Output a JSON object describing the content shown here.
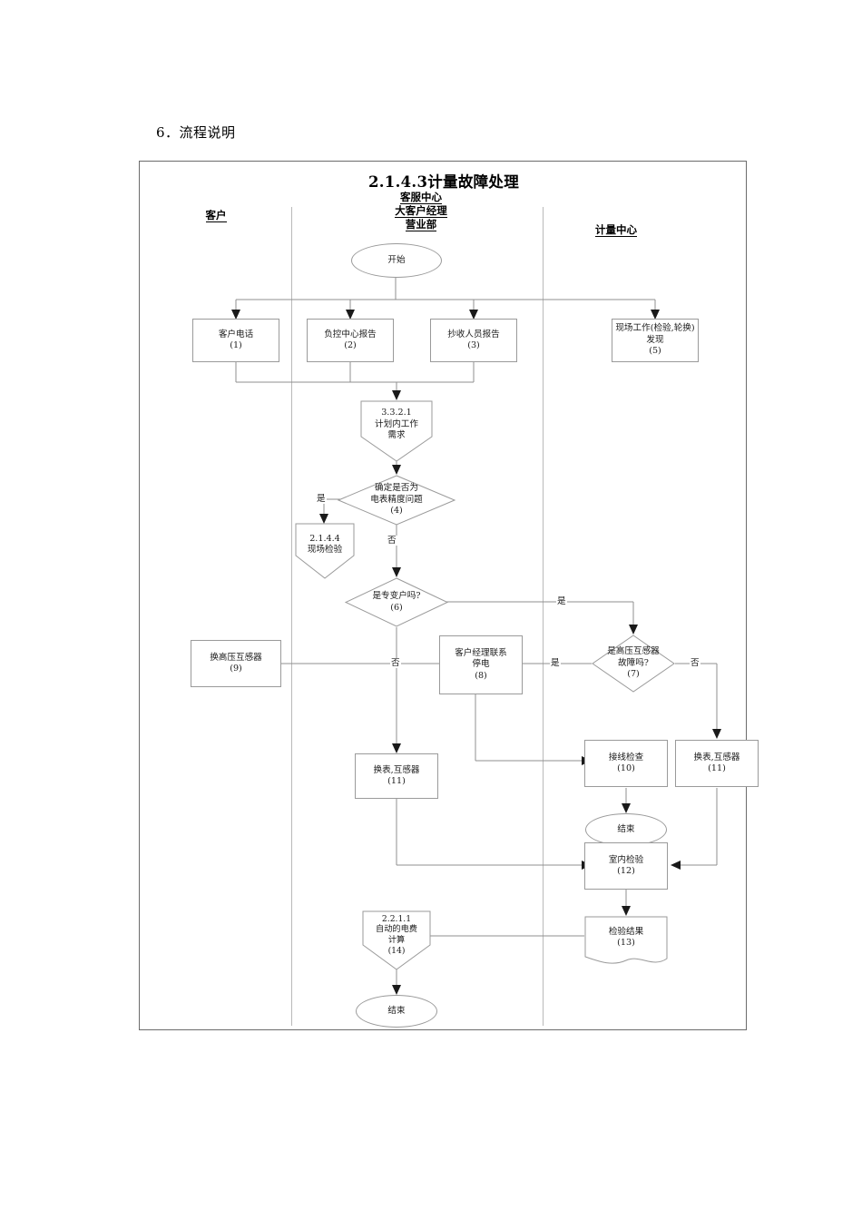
{
  "document": {
    "section_heading": "6．流程说明"
  },
  "diagram": {
    "title": "2.1.4.3计量故障处理",
    "lanes": [
      {
        "id": "customer",
        "label_lines": [
          "客户"
        ]
      },
      {
        "id": "service-center",
        "label_lines": [
          "客服中心",
          "大客户经理",
          "营业部"
        ]
      },
      {
        "id": "metering-center",
        "label_lines": [
          "计量中心"
        ]
      }
    ],
    "nodes": [
      {
        "id": "start",
        "shape": "oval",
        "text": "开始"
      },
      {
        "id": "customer-call",
        "shape": "rect",
        "text": "客户电话\n(1)"
      },
      {
        "id": "load-ctrl-report",
        "shape": "rect",
        "text": "负控中心报告\n(2)"
      },
      {
        "id": "meter-read-report",
        "shape": "rect",
        "text": "抄收人员报告\n(3)"
      },
      {
        "id": "field-work-found",
        "shape": "rect",
        "text": "现场工作(检验,轮换)发现\n(5)"
      },
      {
        "id": "planned-work",
        "shape": "pentagon",
        "text": "3.3.2.1\n计划内工作\n需求"
      },
      {
        "id": "decide-accuracy",
        "shape": "diamond",
        "text": "确定是否为\n电表精度问题\n(4)"
      },
      {
        "id": "field-inspection",
        "shape": "pentagon",
        "text": "2.1.4.4\n现场检验"
      },
      {
        "id": "is-special-user",
        "shape": "diamond",
        "text": "是专变户吗?\n(6)"
      },
      {
        "id": "is-hv-ct-fault",
        "shape": "diamond",
        "text": "是高压互感器\n故障吗?\n(7)"
      },
      {
        "id": "replace-hv-ct",
        "shape": "rect",
        "text": "换高压互感器\n(9)"
      },
      {
        "id": "mgr-contact-off",
        "shape": "rect",
        "text": "客户经理联系\n停电\n(8)"
      },
      {
        "id": "replace-meter-ct-mid",
        "shape": "rect",
        "text": "换表,互感器\n(11)"
      },
      {
        "id": "wiring-check",
        "shape": "rect",
        "text": "接线检查\n(10)"
      },
      {
        "id": "replace-meter-ct-right",
        "shape": "rect",
        "text": "换表,互感器\n(11)"
      },
      {
        "id": "end-wiring",
        "shape": "oval",
        "text": "结束"
      },
      {
        "id": "indoor-test",
        "shape": "rect",
        "text": "室内检验\n(12)"
      },
      {
        "id": "test-result",
        "shape": "document",
        "text": "检验结果\n(13)"
      },
      {
        "id": "auto-billing",
        "shape": "pentagon",
        "text": "2.2.1.1\n自动的电费\n计算\n(14)"
      },
      {
        "id": "end-final",
        "shape": "oval",
        "text": "结束"
      }
    ],
    "edge_labels": {
      "accuracy_yes": "是",
      "accuracy_no": "否",
      "special_user_yes": "是",
      "special_user_no": "否",
      "hv_ct_yes": "是",
      "hv_ct_no": "否"
    },
    "colors": {
      "frame_border": "#6b6b6b",
      "shape_border": "#9a9a9a",
      "lane_divider": "#b9b9b9",
      "connector": "#8f8f8f",
      "arrowhead": "#1a1a1a",
      "text": "#1a1a1a",
      "background": "#ffffff"
    }
  }
}
